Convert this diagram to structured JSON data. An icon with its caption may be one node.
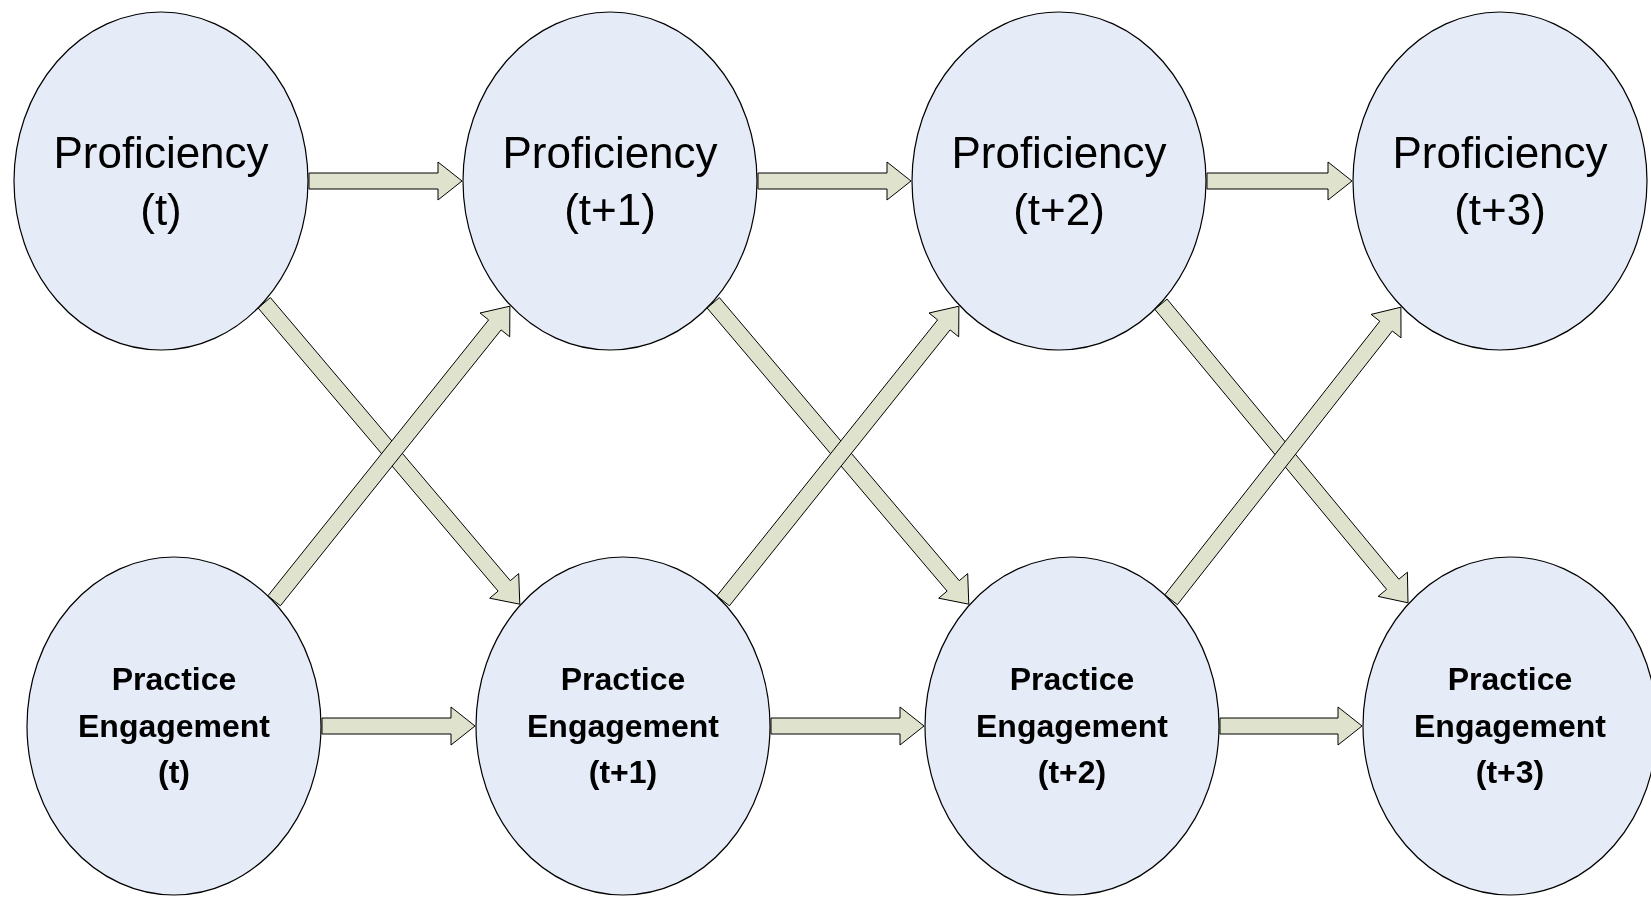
{
  "diagram": {
    "nodes": [
      {
        "text": [
          "Proficiency (t)"
        ]
      },
      {
        "text": [
          "Proficiency (t+1)"
        ]
      },
      {
        "text": [
          "Proficiency (t+2)"
        ]
      },
      {
        "text": [
          "Proficiency (t+3)"
        ]
      },
      {
        "text": [
          "Practice Engagement (t)"
        ]
      },
      {
        "text": [
          "Practice Engagement (t+1)"
        ]
      },
      {
        "text": [
          "Practice Engagement (t+2)"
        ]
      },
      {
        "text": [
          "Practice Engagement (t+3)"
        ]
      }
    ],
    "edges": [
      {
        "from": 0,
        "to": 1,
        "arrow": "to"
      },
      {
        "from": 1,
        "to": 2,
        "arrow": "to"
      },
      {
        "from": 2,
        "to": 3,
        "arrow": "to"
      },
      {
        "from": 0,
        "to": 5,
        "arrow": "to"
      },
      {
        "from": 4,
        "to": 1,
        "arrow": "to"
      },
      {
        "from": 1,
        "to": 6,
        "arrow": "to"
      },
      {
        "from": 5,
        "to": 2,
        "arrow": "to"
      },
      {
        "from": 2,
        "to": 7,
        "arrow": "to"
      },
      {
        "from": 6,
        "to": 3,
        "arrow": "to"
      },
      {
        "from": 4,
        "to": 5,
        "arrow": "to"
      },
      {
        "from": 5,
        "to": 6,
        "arrow": "to"
      },
      {
        "from": 6,
        "to": 7,
        "arrow": "to"
      }
    ]
  }
}
